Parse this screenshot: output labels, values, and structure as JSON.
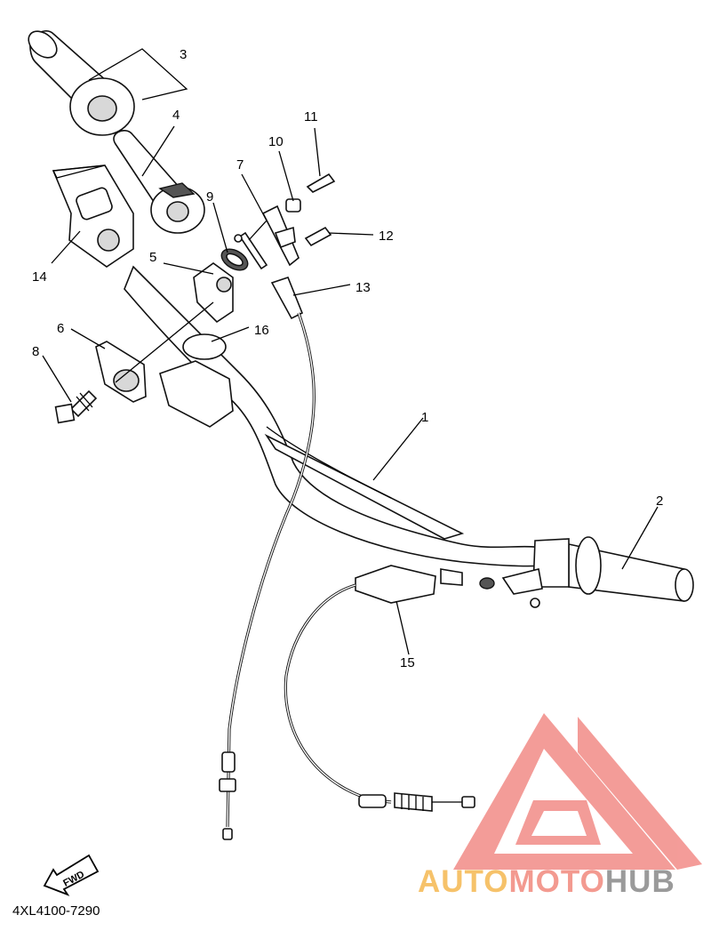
{
  "diagram": {
    "callouts": [
      {
        "id": "1",
        "label": "1"
      },
      {
        "id": "2",
        "label": "2"
      },
      {
        "id": "3",
        "label": "3"
      },
      {
        "id": "4",
        "label": "4"
      },
      {
        "id": "5",
        "label": "5"
      },
      {
        "id": "6",
        "label": "6"
      },
      {
        "id": "7",
        "label": "7"
      },
      {
        "id": "8",
        "label": "8"
      },
      {
        "id": "9",
        "label": "9"
      },
      {
        "id": "10",
        "label": "10"
      },
      {
        "id": "11",
        "label": "11"
      },
      {
        "id": "12",
        "label": "12"
      },
      {
        "id": "13",
        "label": "13"
      },
      {
        "id": "14",
        "label": "14"
      },
      {
        "id": "15",
        "label": "15"
      },
      {
        "id": "16",
        "label": "16"
      }
    ],
    "fwd_label": "FWD",
    "part_code": "4XL4100-7290"
  },
  "watermark": {
    "parts": [
      "AUTO",
      "MOTO",
      "HUB"
    ],
    "colors": [
      "#f6c26a",
      "#f39a90",
      "#9a9a9a"
    ],
    "logo_color": "#f28b87"
  }
}
